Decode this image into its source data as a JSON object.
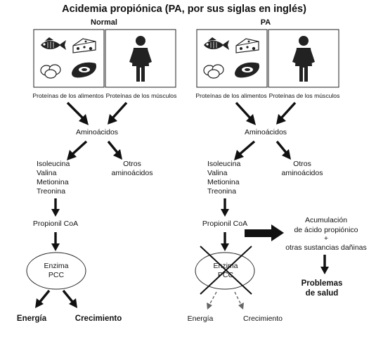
{
  "title": "Acidemia propiónica (PA, por sus siglas en inglés)",
  "normal": {
    "heading": "Normal",
    "food_proteins": "Proteínas de los alimentos",
    "muscle_proteins": "Proteínas de los músculos",
    "amino_acids": "Aminoácidos",
    "aa_list": [
      "Isoleucina",
      "Valina",
      "Metionina",
      "Treonina"
    ],
    "other_aa": [
      "Otros",
      "aminoácidos"
    ],
    "propionyl": "Propionil CoA",
    "enzyme": [
      "Enzima",
      "PCC"
    ],
    "energy": "Energía",
    "growth": "Crecimiento"
  },
  "pa": {
    "heading": "PA",
    "food_proteins": "Proteínas de los alimentos",
    "muscle_proteins": "Proteínas de los músculos",
    "amino_acids": "Aminoácidos",
    "aa_list": [
      "Isoleucina",
      "Valina",
      "Metionina",
      "Treonina"
    ],
    "other_aa": [
      "Otros",
      "aminoácidos"
    ],
    "propionyl": "Propionil CoA",
    "enzyme": [
      "Enzima",
      "PCC"
    ],
    "energy": "Energía",
    "growth": "Crecimiento",
    "accumulation": [
      "Acumulación",
      "de ácido propiónico",
      "+",
      "otras sustancias dañinas"
    ],
    "problems": [
      "Problemas",
      "de salud"
    ]
  },
  "icons": [
    "fish-icon",
    "cheese-icon",
    "eggs-icon",
    "meat-icon",
    "person-icon"
  ]
}
